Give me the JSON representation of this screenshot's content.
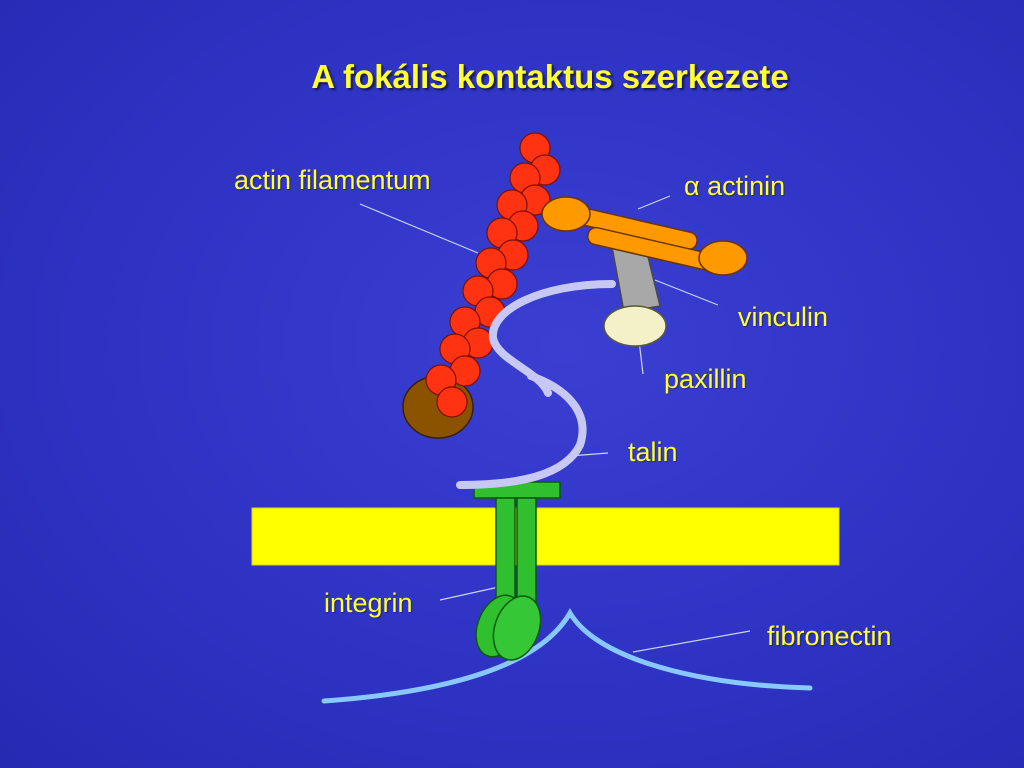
{
  "title": "A fokális kontaktus szerkezete",
  "labels": {
    "actin": "actin filamentum",
    "alpha_symbol": "α",
    "actinin": "actinin",
    "vinculin": "vinculin",
    "paxillin": "paxillin",
    "talin": "talin",
    "integrin": "integrin",
    "fibronectin": "fibronectin"
  },
  "colors": {
    "background": "#2f33c4",
    "text": "#ffff33",
    "actin_beads": "#ff3311",
    "actin_cap": "#8b5200",
    "actinin": "#ff9900",
    "vinculin": "#a8a8a8",
    "paxillin": "#f4f1c8",
    "talin": "#c8c8f4",
    "integrin": "#2fbf2f",
    "membrane": "#ffff00",
    "fibronectin": "#88c8ff"
  }
}
